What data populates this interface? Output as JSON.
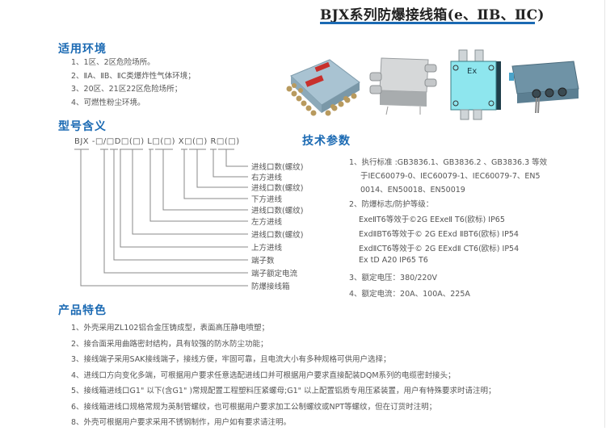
{
  "title": "BJX系列防爆接线箱(e、ⅡB、ⅡC)",
  "colors": {
    "accent": "#1b6ab3",
    "text": "#555555",
    "title": "#222222"
  },
  "environment": {
    "heading": "适用环境",
    "items": [
      "1、1区、2区危险场所。",
      "2、ⅡA、ⅡB、ⅡC类爆炸性气体环境；",
      "3、20区、21区22区危险场所；",
      "4、可燃性粉尘环境。"
    ]
  },
  "model": {
    "heading": "型号含义",
    "code": "BJX -□/□D□(□) L□(□) X□(□) R□(□)",
    "labels": [
      "进线口数(螺纹)",
      "右方进线",
      "进线口数(螺纹)",
      "下方进线",
      "进线口数(螺纹)",
      "左方进线",
      "进线口数(螺纹)",
      "上方进线",
      "端子数",
      "端子额定电流",
      "防爆接线箱"
    ]
  },
  "tech": {
    "heading": "技术参数",
    "lines": [
      "1、执行标准 :GB3836.1、GB3836.2 、GB3836.3 等效",
      "于IEC60079-0、IEC60079-1、IEC60079-7、EN5",
      "0014、EN50018、EN50019",
      "2、防爆标志/防护等级：",
      "ExeⅡT6等效于©2G EExeⅡ T6(欧标) IP65",
      "ExdⅡBT6等效于© 2G EExd ⅡBT6(欧标) IP54",
      "ExdⅡCT6等效于© 2G EExdⅡ CT6(欧标) IP54",
      "Ex tD A20 IP65 T6",
      "3、额定电压：380/220V",
      "4、额定电流：20A、100A、225A"
    ]
  },
  "features": {
    "heading": "产品特色",
    "items": [
      "1、外壳采用ZL102铝合金压铸成型，表面高压静电喷塑；",
      "2、接合面采用曲路密封结构，具有较强的防水防尘功能；",
      "3、接线端子采用SAK接线端子，接线方便，牢固可靠，且电流大小有多种规格可供用户选择；",
      "4、进线口方向变化多端，可根据用户要求任意选配进线口并可根据用户要求直接配装DQM系列的电缆密封接头；",
      "5、接线箱进线口G1\" 以下(含G1\" )常规配置工程塑料压紧螺母;G1\" 以上配置铝质专用压紧装置，用户有特殊要求时请注明；",
      "6、接线箱进线口规格常规为英制管螺纹，也可根据用户要求加工公制螺纹或NPT等螺纹，但在订货时注明；",
      "8、外壳可根据用户要求采用不锈钢制作，用户如有要求请注明。"
    ]
  },
  "products": [
    {
      "name": "cast-aluminum-junction-box",
      "label": ""
    },
    {
      "name": "stainless-junction-box",
      "label": ""
    },
    {
      "name": "ex-junction-box",
      "label": "Ex"
    },
    {
      "name": "blue-junction-box",
      "label": ""
    }
  ]
}
